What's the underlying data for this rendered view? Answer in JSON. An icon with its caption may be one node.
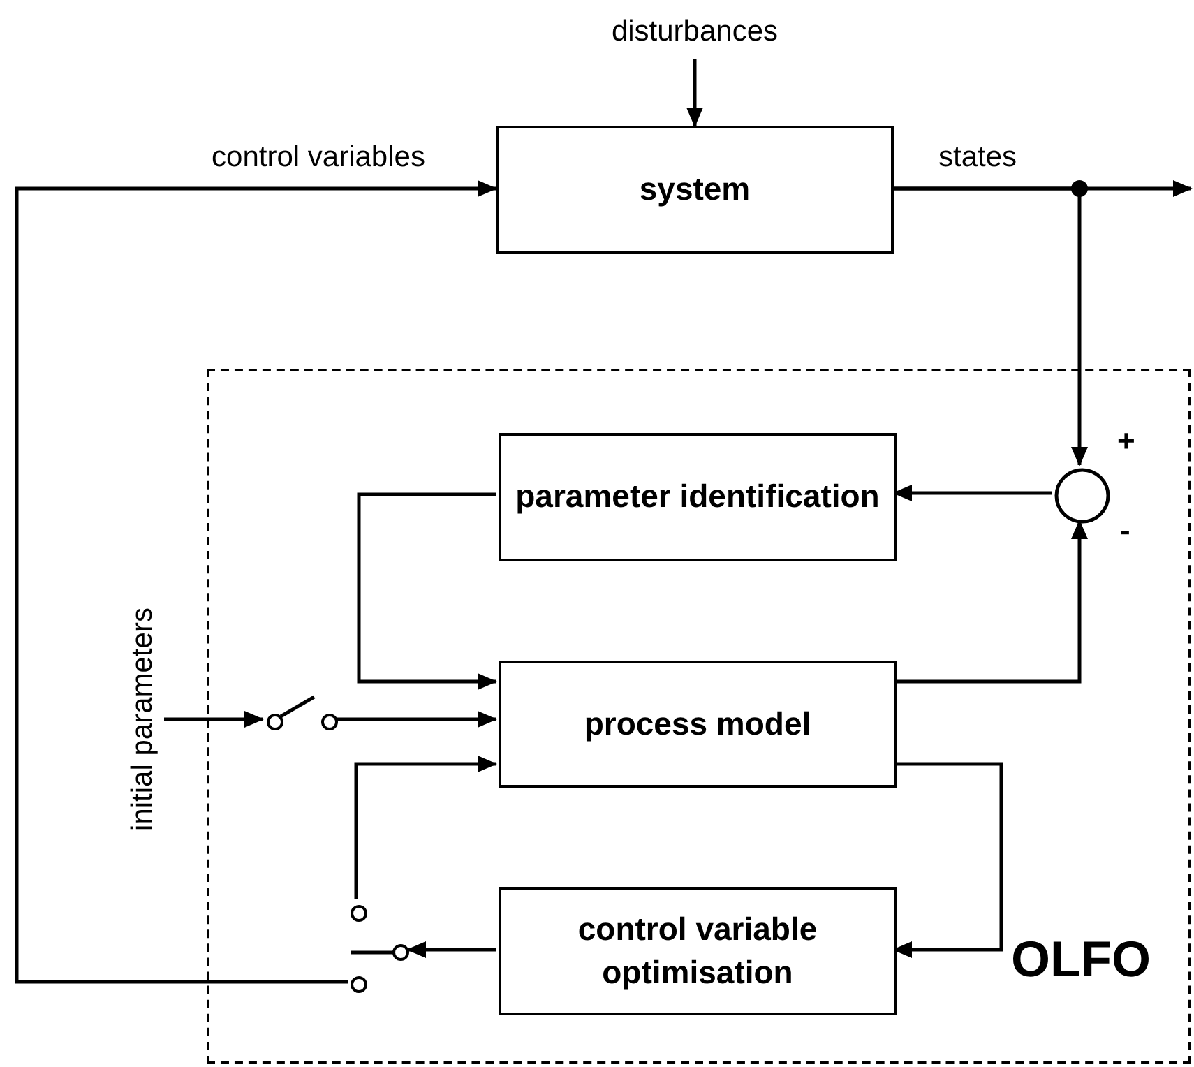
{
  "diagram": {
    "nodes": [
      {
        "text": [
          "disturbances"
        ]
      },
      {
        "text": [
          "system"
        ]
      },
      {
        "text": [
          "OLFO"
        ]
      },
      {
        "text": [
          "parameter identification"
        ],
        "in": 2
      },
      {
        "text": [],
        "shape": "circle",
        "in": 2,
        "beside": [
          "+",
          "-"
        ]
      },
      {
        "text": [
          "initial parameters"
        ]
      },
      {
        "text": [],
        "shape": "switch",
        "in": 2
      },
      {
        "text": [
          "process model"
        ],
        "in": 2
      },
      {
        "text": [],
        "shape": "switch",
        "in": 2
      },
      {
        "text": [
          "control variable optimisation"
        ],
        "in": 2
      }
    ],
    "edges": [
      {
        "from": 0,
        "to": 1,
        "arrow": "to"
      },
      {
        "from": 8,
        "to": 1,
        "arrow": "to",
        "label": "control variables"
      },
      {
        "from": 1,
        "to": null,
        "arrow": "to",
        "label": "states"
      },
      {
        "from": 1,
        "to": 4,
        "arrow": "to"
      },
      {
        "from": 4,
        "to": 3,
        "arrow": "to"
      },
      {
        "from": 7,
        "to": 4,
        "arrow": "to"
      },
      {
        "from": 3,
        "to": 7,
        "arrow": "to"
      },
      {
        "from": 5,
        "to": 6,
        "arrow": "to"
      },
      {
        "from": 6,
        "to": 7,
        "arrow": "to"
      },
      {
        "from": 7,
        "to": 9,
        "arrow": "to"
      },
      {
        "from": 9,
        "to": 8,
        "arrow": "to"
      },
      {
        "from": 8,
        "to": 7,
        "arrow": "to"
      }
    ]
  }
}
